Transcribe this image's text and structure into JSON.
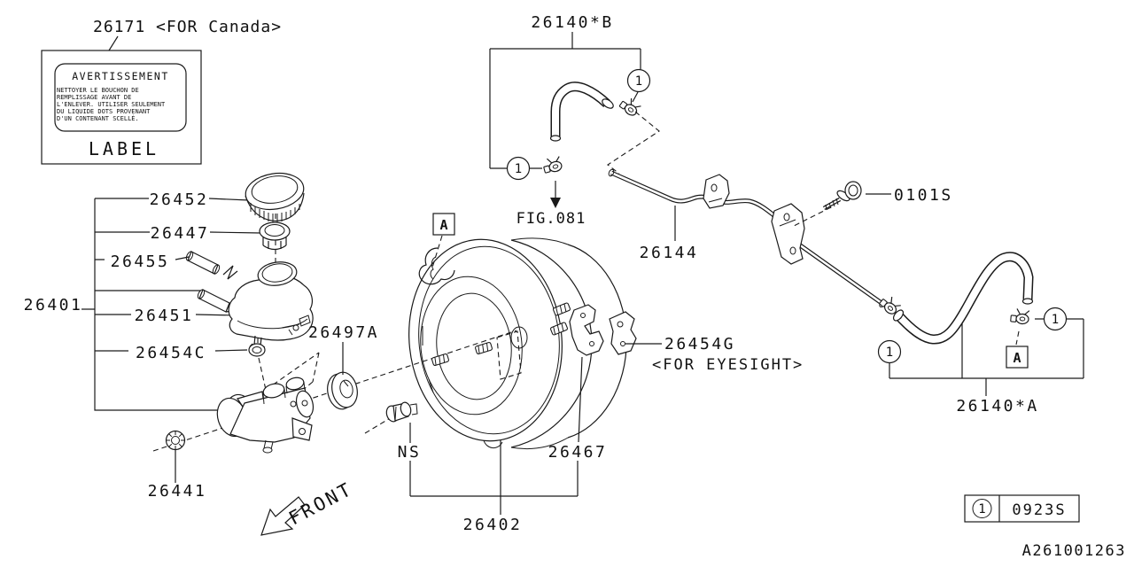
{
  "doc_number": "A261001263",
  "figure_ref": "FIG.081",
  "front_label": "FRONT",
  "callout": {
    "symbol": "1"
  },
  "section_marker": "A",
  "legend": {
    "callout": "1",
    "part_no": "0923S"
  },
  "canada_label": {
    "heading": "26171 <FOR Canada>",
    "title": "AVERTISSEMENT",
    "lines": [
      "NETTOYER LE BOUCHON DE",
      "REMPLISSAGE AVANT DE",
      "L'ENLEVER. UTILISER SEULEMENT",
      "DU LIQUIDE DOTS PROVENANT",
      "D'UN CONTENANT SCELLÉ."
    ],
    "caption": "LABEL"
  },
  "parts": {
    "p26401": "26401",
    "p26402": "26402",
    "p26441": "26441",
    "p26447": "26447",
    "p26451": "26451",
    "p26452": "26452",
    "p26454C": "26454C",
    "p26454G": "26454G",
    "p26454G_note": "<FOR EYESIGHT>",
    "p26455": "26455",
    "p26467": "26467",
    "p26497A": "26497A",
    "p26140A": "26140*A",
    "p26140B": "26140*B",
    "p26144": "26144",
    "p0101S": "0101S",
    "ns": "NS"
  }
}
